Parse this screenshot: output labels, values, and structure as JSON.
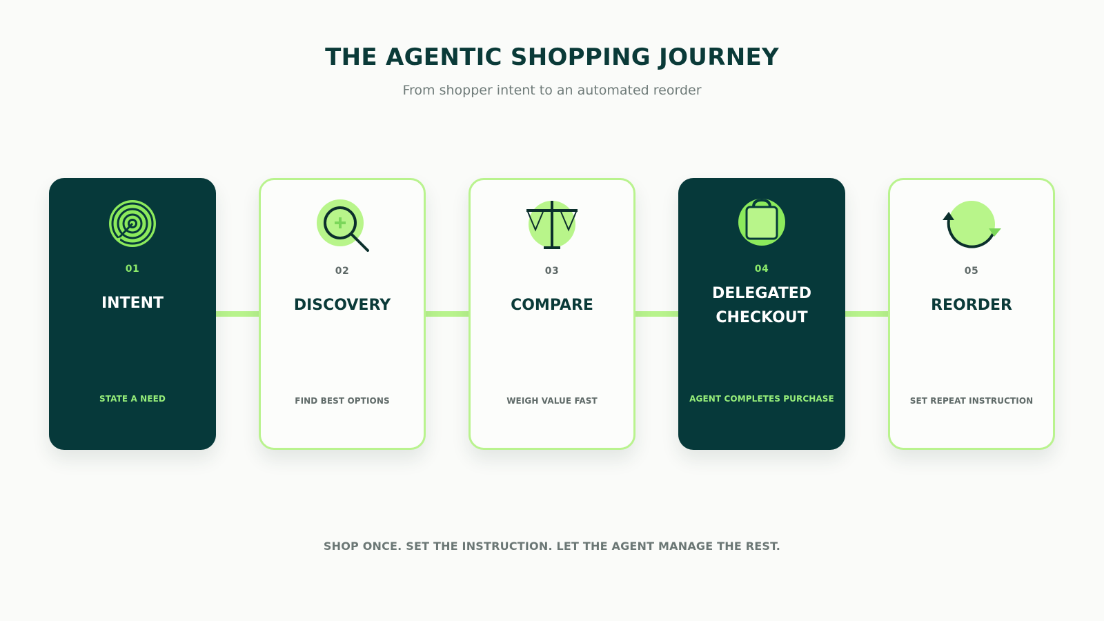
{
  "header": {
    "title": "THE AGENTIC SHOPPING JOURNEY",
    "subtitle": "From shopper intent to an automated reorder"
  },
  "steps": [
    {
      "number": "01",
      "name": "INTENT",
      "tagline": "STATE A NEED",
      "icon": "target-icon",
      "style": "dark"
    },
    {
      "number": "02",
      "name": "DISCOVERY",
      "tagline": "FIND BEST OPTIONS",
      "icon": "magnifier-icon",
      "style": "light"
    },
    {
      "number": "03",
      "name": "COMPARE",
      "tagline": "WEIGH VALUE FAST",
      "icon": "scale-icon",
      "style": "light"
    },
    {
      "number": "04",
      "name": "DELEGATED CHECKOUT",
      "tagline": "AGENT COMPLETES PURCHASE",
      "icon": "shopping-bag-icon",
      "style": "dark"
    },
    {
      "number": "05",
      "name": "REORDER",
      "tagline": "SET REPEAT INSTRUCTION",
      "icon": "refresh-icon",
      "style": "light"
    }
  ],
  "footer": {
    "text": "SHOP ONCE. SET THE INSTRUCTION. LET THE AGENT MANAGE THE REST."
  },
  "colors": {
    "dark_card": "#06393a",
    "accent_green": "#b8f38c",
    "title": "#0a3a38"
  }
}
